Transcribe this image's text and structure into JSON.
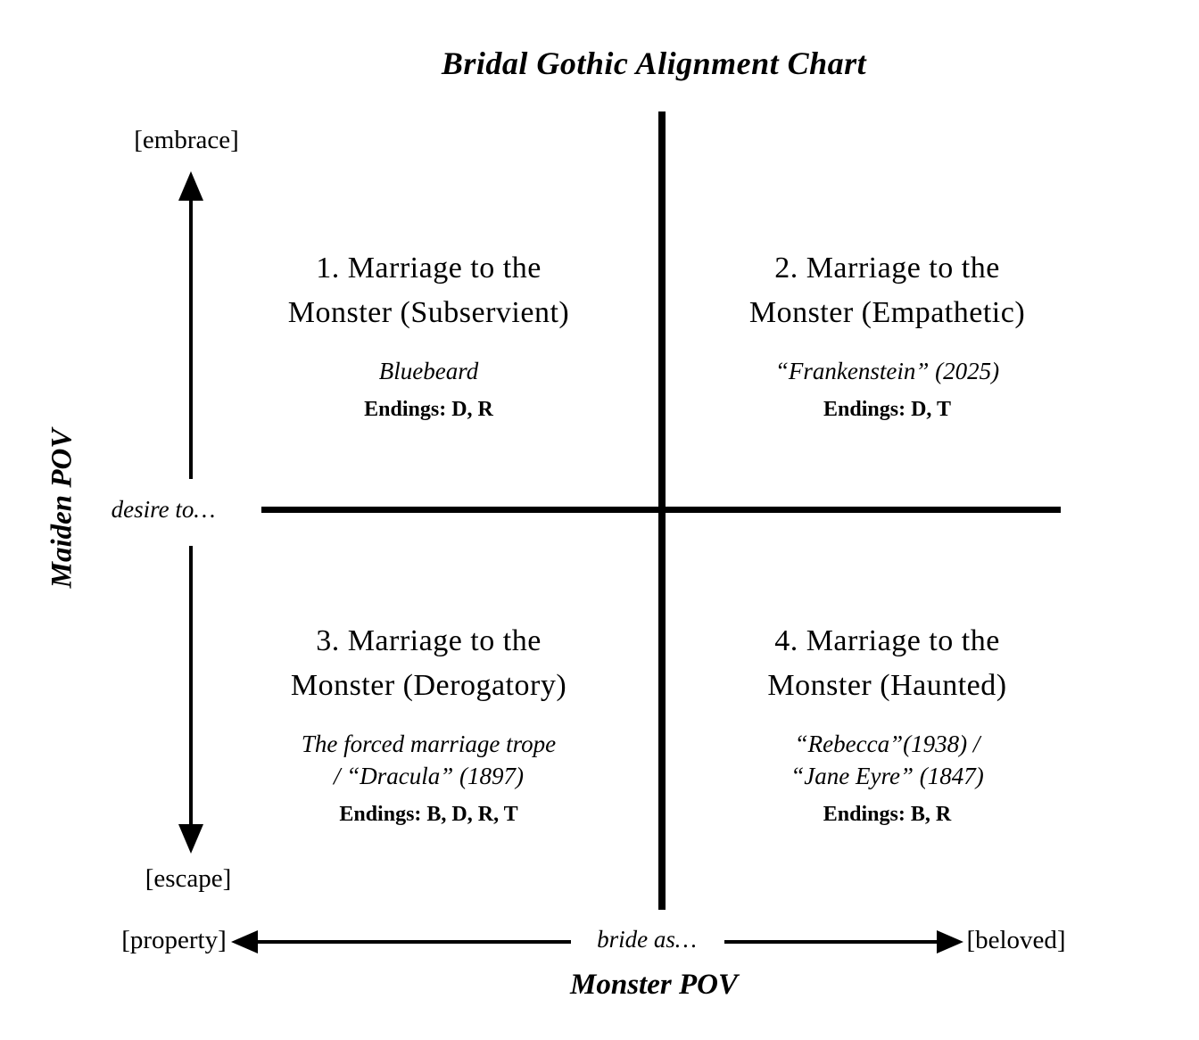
{
  "title": "Bridal Gothic Alignment Chart",
  "colors": {
    "ink": "#000000",
    "background": "#ffffff"
  },
  "y_axis": {
    "label": "Maiden POV",
    "prompt": "desire to…",
    "top_end": "[embrace]",
    "bottom_end": "[escape]"
  },
  "x_axis": {
    "label": "Monster POV",
    "prompt": "bride as…",
    "left_end": "[property]",
    "right_end": "[beloved]"
  },
  "quadrants": [
    {
      "heading_lines": [
        "1. Marriage to the",
        "Monster (Subservient)"
      ],
      "ref_lines": [
        "Bluebeard"
      ],
      "endings": "Endings: D, R"
    },
    {
      "heading_lines": [
        "2. Marriage to the",
        "Monster (Empathetic)"
      ],
      "ref_lines": [
        "“Frankenstein” (2025)"
      ],
      "endings": "Endings: D, T"
    },
    {
      "heading_lines": [
        "3. Marriage to the",
        "Monster (Derogatory)"
      ],
      "ref_lines": [
        "The forced marriage trope",
        "/ “Dracula” (1897)"
      ],
      "endings": "Endings: B, D, R, T"
    },
    {
      "heading_lines": [
        "4. Marriage to the",
        "Monster (Haunted)"
      ],
      "ref_lines": [
        "“Rebecca”(1938) /",
        "“Jane Eyre” (1847)"
      ],
      "endings": "Endings: B, R"
    }
  ]
}
